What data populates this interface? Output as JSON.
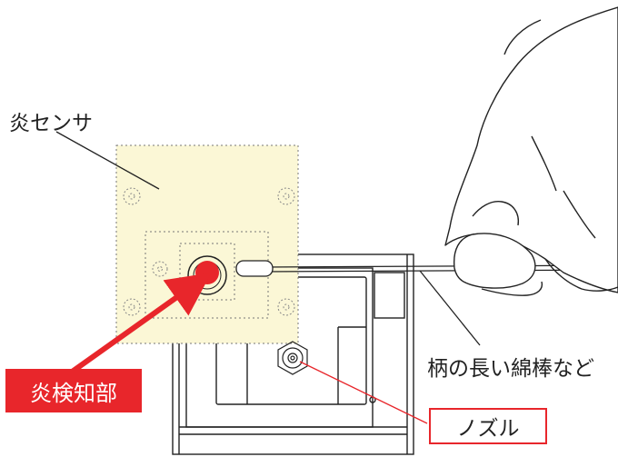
{
  "labels": {
    "flame_sensor": "炎センサ",
    "long_swab": "柄の長い綿棒など",
    "flame_detector": "炎検知部",
    "nozzle": "ノズル"
  },
  "colors": {
    "highlight_red": "#e8262b",
    "sensor_fill": "#fbf7d6",
    "line": "#222222"
  },
  "icons": [
    "hand-illustration",
    "cotton-swab",
    "flame-detector-dot",
    "nozzle-icon"
  ]
}
